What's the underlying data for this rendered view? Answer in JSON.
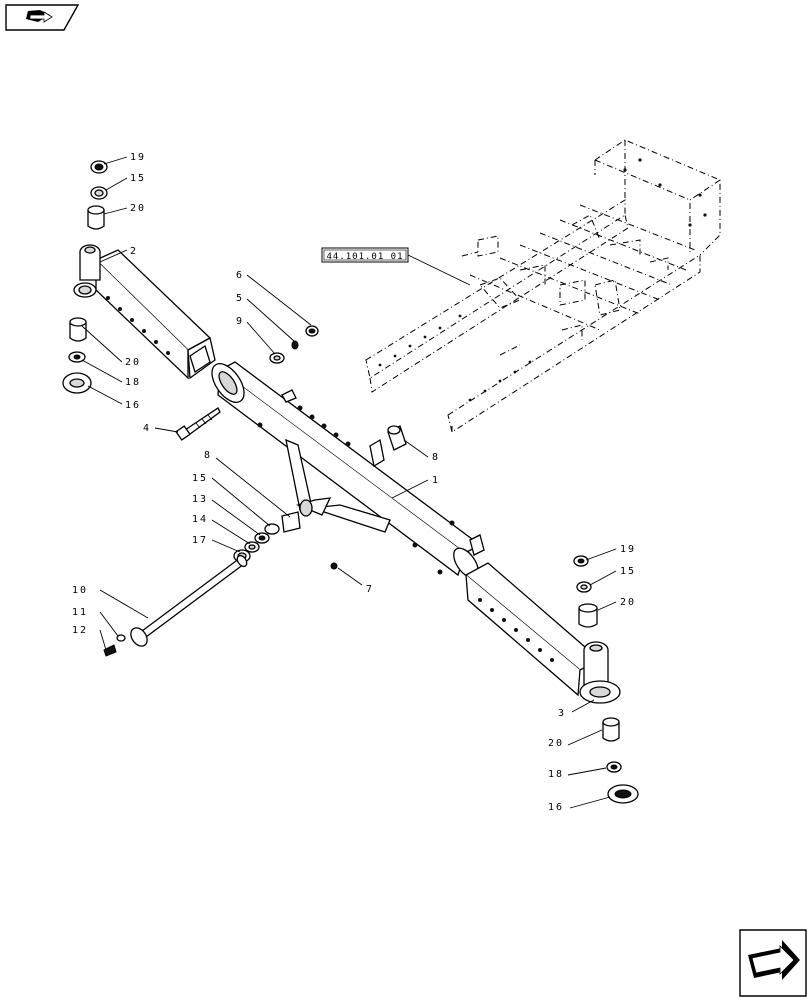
{
  "reference_label": "44.101.01 01",
  "callouts": [
    {
      "id": "c19a",
      "label": "19"
    },
    {
      "id": "c15a",
      "label": "15"
    },
    {
      "id": "c20a",
      "label": "20"
    },
    {
      "id": "c2",
      "label": "2"
    },
    {
      "id": "c20b",
      "label": "20"
    },
    {
      "id": "c18a",
      "label": "18"
    },
    {
      "id": "c16a",
      "label": "16"
    },
    {
      "id": "c6",
      "label": "6"
    },
    {
      "id": "c5",
      "label": "5"
    },
    {
      "id": "c9",
      "label": "9"
    },
    {
      "id": "c4",
      "label": "4"
    },
    {
      "id": "c8a",
      "label": "8"
    },
    {
      "id": "c8b",
      "label": "8"
    },
    {
      "id": "c1",
      "label": "1"
    },
    {
      "id": "c15b",
      "label": "15"
    },
    {
      "id": "c13",
      "label": "13"
    },
    {
      "id": "c14",
      "label": "14"
    },
    {
      "id": "c17",
      "label": "17"
    },
    {
      "id": "c7",
      "label": "7"
    },
    {
      "id": "c10",
      "label": "10"
    },
    {
      "id": "c11",
      "label": "11"
    },
    {
      "id": "c12",
      "label": "12"
    },
    {
      "id": "c19b",
      "label": "19"
    },
    {
      "id": "c15c",
      "label": "15"
    },
    {
      "id": "c20c",
      "label": "20"
    },
    {
      "id": "c3",
      "label": "3"
    },
    {
      "id": "c20d",
      "label": "20"
    },
    {
      "id": "c18b",
      "label": "18"
    },
    {
      "id": "c16b",
      "label": "16"
    }
  ]
}
